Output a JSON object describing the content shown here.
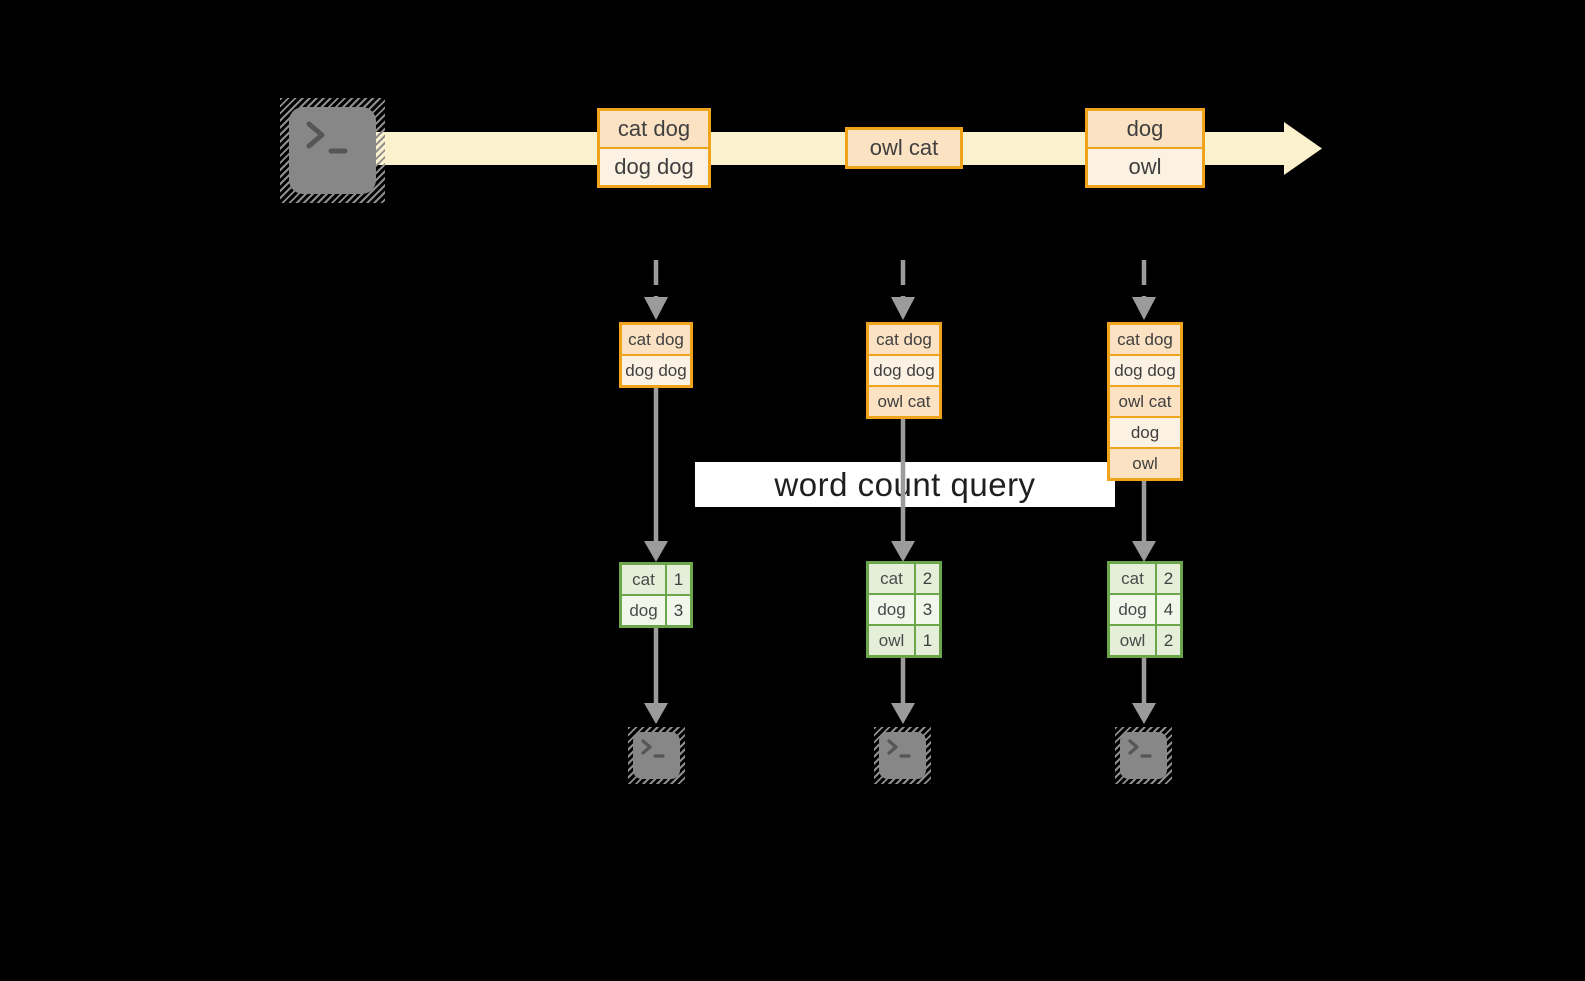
{
  "colors": {
    "background": "#000000",
    "stream_band": "#FCF1CD",
    "event_border": "#EFA41C",
    "event_fill_peach": "#FAE2C3",
    "event_fill_cream": "#FCF2E3",
    "table_border": "#6BA64B",
    "table_fill_dark": "#E4EED8",
    "table_fill_light": "#F2F7EC",
    "arrow_gray": "#9B9B9B",
    "terminal_gray": "#878787",
    "banner_bg": "#FFFFFF"
  },
  "icons": {
    "terminal_prompt": ">_",
    "stream_arrow": "→"
  },
  "banner": {
    "label": "word count query"
  },
  "timeline": {
    "events": [
      {
        "rows": [
          "cat dog",
          "dog dog"
        ]
      },
      {
        "rows": [
          "owl cat"
        ]
      },
      {
        "rows": [
          "dog",
          "owl"
        ]
      }
    ]
  },
  "columns": [
    {
      "stack": [
        "cat dog",
        "dog dog"
      ],
      "counts": [
        {
          "word": "cat",
          "count": 1
        },
        {
          "word": "dog",
          "count": 3
        }
      ]
    },
    {
      "stack": [
        "cat dog",
        "dog dog",
        "owl cat"
      ],
      "counts": [
        {
          "word": "cat",
          "count": 2
        },
        {
          "word": "dog",
          "count": 3
        },
        {
          "word": "owl",
          "count": 1
        }
      ]
    },
    {
      "stack": [
        "cat dog",
        "dog dog",
        "owl cat",
        "dog",
        "owl"
      ],
      "counts": [
        {
          "word": "cat",
          "count": 2
        },
        {
          "word": "dog",
          "count": 4
        },
        {
          "word": "owl",
          "count": 2
        }
      ]
    }
  ]
}
